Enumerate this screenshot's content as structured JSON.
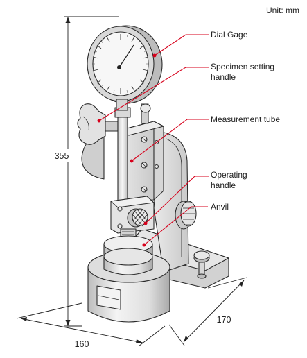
{
  "unit_note": "Unit: mm",
  "labels": {
    "dial_gage": "Dial Gage",
    "specimen_line1": "Specimen setting",
    "specimen_line2": "handle",
    "measurement_tube": "Measurement tube",
    "operating_line1": "Operating",
    "operating_line2": "handle",
    "anvil": "Anvil"
  },
  "dimensions": {
    "height": "355",
    "width": "160",
    "depth": "170"
  },
  "colors": {
    "leader": "#d7001b",
    "body_light": "#f0f0f0",
    "body_mid": "#dcdcdc",
    "body_dark": "#b8b8b8",
    "outline": "#2a2a2a"
  }
}
